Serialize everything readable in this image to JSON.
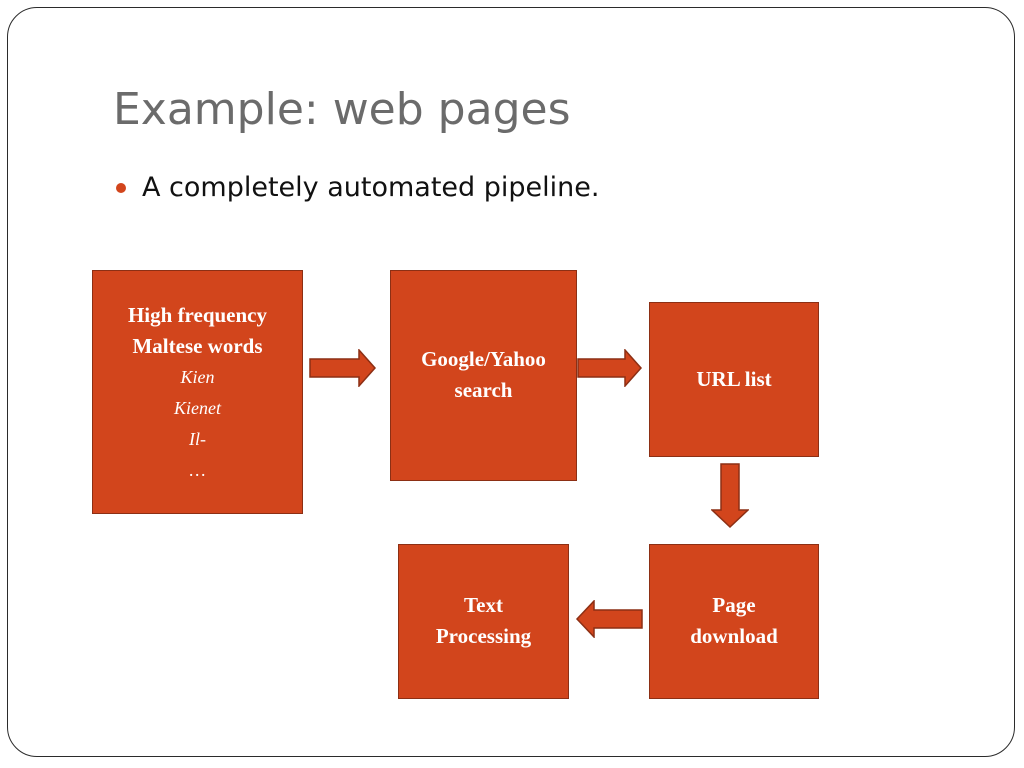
{
  "slide": {
    "title": "Example: web pages",
    "bullet": "A completely automated pipeline."
  },
  "diagram": {
    "box_color": "#d2451c",
    "border_color": "#8c2f14",
    "bullet_color": "#d2451c",
    "nodes": {
      "high_frequency": {
        "line1": "High frequency",
        "line2": "Maltese  words",
        "examples": [
          "Kien",
          "Kienet",
          "Il-",
          "…"
        ]
      },
      "search": {
        "line1": "Google/Yahoo",
        "line2": "search"
      },
      "url_list": {
        "line1": "URL list"
      },
      "page_download": {
        "line1": "Page",
        "line2": "download"
      },
      "text_processing": {
        "line1": "Text",
        "line2": "Processing"
      }
    },
    "edges": [
      [
        "high_frequency",
        "search"
      ],
      [
        "search",
        "url_list"
      ],
      [
        "url_list",
        "page_download"
      ],
      [
        "page_download",
        "text_processing"
      ]
    ]
  }
}
